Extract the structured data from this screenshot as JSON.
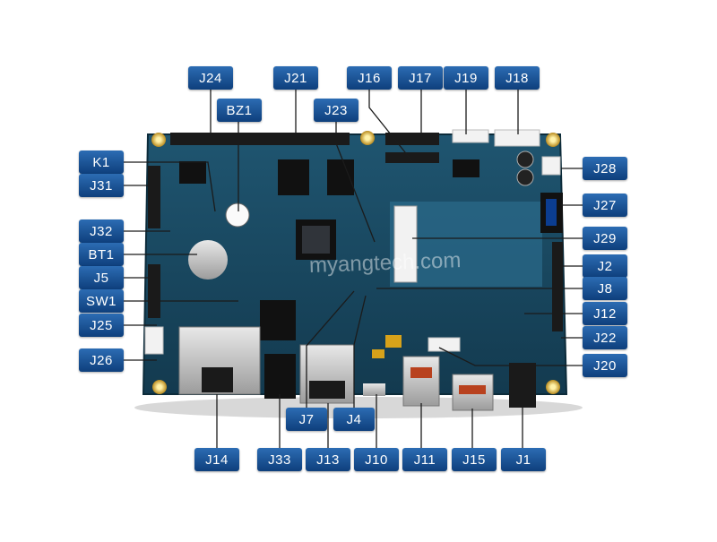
{
  "labels": {
    "J24": "J24",
    "J21": "J21",
    "J16": "J16",
    "J17": "J17",
    "J19": "J19",
    "J18": "J18",
    "BZ1": "BZ1",
    "J23": "J23",
    "K1": "K1",
    "J31": "J31",
    "J32": "J32",
    "BT1": "BT1",
    "J5": "J5",
    "SW1": "SW1",
    "J25": "J25",
    "J26": "J26",
    "J28": "J28",
    "J27": "J27",
    "J29": "J29",
    "J2": "J2",
    "J8": "J8",
    "J12": "J12",
    "J22": "J22",
    "J20": "J20",
    "J7": "J7",
    "J4": "J4",
    "J14": "J14",
    "J33": "J33",
    "J13": "J13",
    "J10": "J10",
    "J11": "J11",
    "J15": "J15",
    "J1": "J1"
  },
  "watermark": "myangtech.com",
  "colors": {
    "label": "#1a5196",
    "board": "#17435a",
    "leader": "#1b1b1b"
  }
}
